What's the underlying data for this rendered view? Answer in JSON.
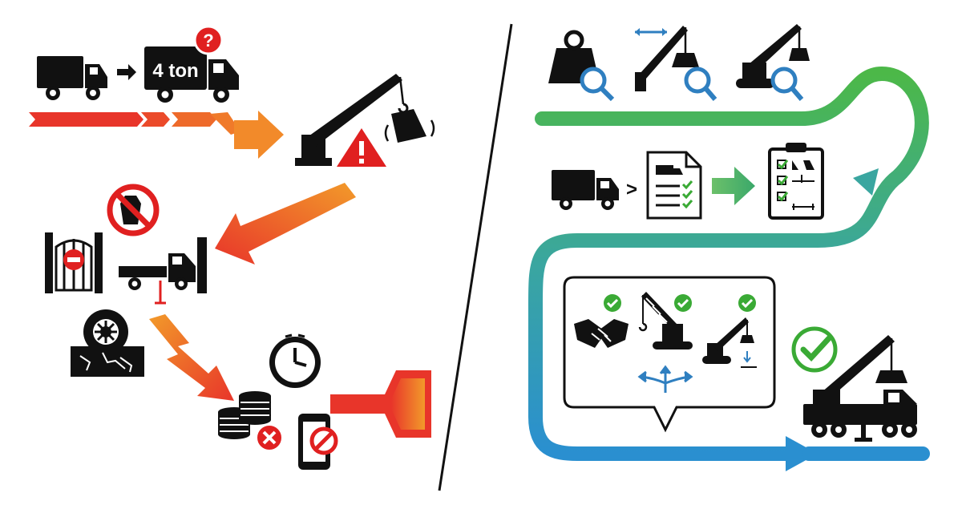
{
  "truck_capacity_label": "4 ton",
  "question_mark": "?",
  "compare_sign": ">",
  "colors": {
    "background": "#ffffff",
    "icon": "#111111",
    "warning_red": "#e02020",
    "arrow_red": "#e8352a",
    "arrow_orange": "#f28a2a",
    "path_green": "#4cb848",
    "path_blue": "#2a8fd0",
    "check_green": "#3aaa35",
    "magnifier_blue": "#2f7fc0"
  },
  "left_panel": {
    "theme": "failure-path",
    "icons": [
      "small-truck-icon",
      "right-arrow-icon",
      "big-truck-icon",
      "question-badge-icon",
      "crane-lifting-icon",
      "warning-triangle-icon",
      "no-entry-sign-icon",
      "gate-blocked-icon",
      "truck-stuck-icon",
      "tire-cracked-ground-icon",
      "clock-icon",
      "coins-icon",
      "cancel-x-icon",
      "phone-blocked-icon",
      "megaphone-icon"
    ]
  },
  "right_panel": {
    "theme": "success-path",
    "icons": [
      "weight-inspect-icon",
      "crane-reach-inspect-icon",
      "crawler-crane-inspect-icon",
      "truck-icon",
      "spec-sheet-icon",
      "checklist-clipboard-icon",
      "handshake-icon",
      "crawler-crane-icon",
      "mini-crane-icon",
      "direction-arrows-icon",
      "approved-check-icon",
      "truck-crane-icon"
    ]
  }
}
